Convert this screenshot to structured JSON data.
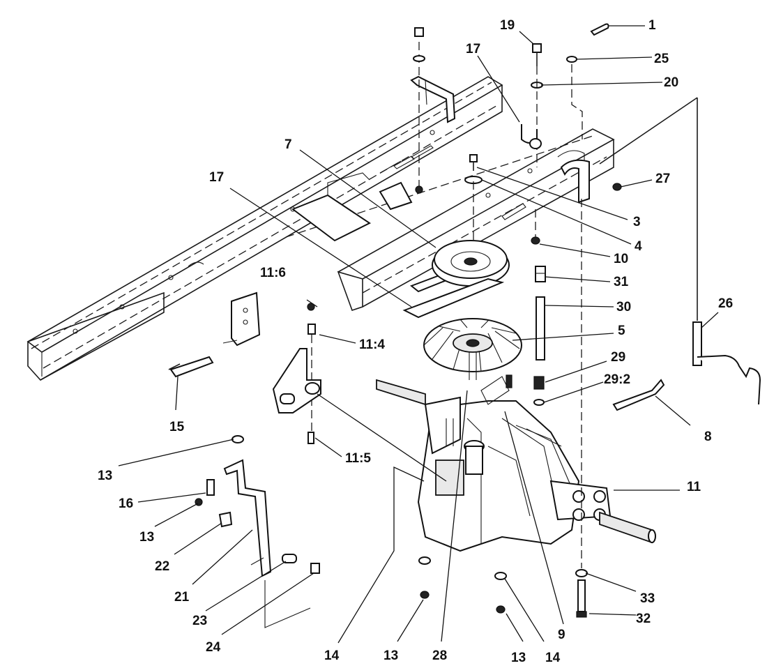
{
  "diagram": {
    "callouts": [
      {
        "id": "c1",
        "label": "1"
      },
      {
        "id": "c25",
        "label": "25"
      },
      {
        "id": "c20",
        "label": "20"
      },
      {
        "id": "c19",
        "label": "19"
      },
      {
        "id": "c17a",
        "label": "17"
      },
      {
        "id": "c17b",
        "label": "17"
      },
      {
        "id": "c7",
        "label": "7"
      },
      {
        "id": "c27",
        "label": "27"
      },
      {
        "id": "c3",
        "label": "3"
      },
      {
        "id": "c4",
        "label": "4"
      },
      {
        "id": "c10",
        "label": "10"
      },
      {
        "id": "c31",
        "label": "31"
      },
      {
        "id": "c30",
        "label": "30"
      },
      {
        "id": "c26",
        "label": "26"
      },
      {
        "id": "c5",
        "label": "5"
      },
      {
        "id": "c29",
        "label": "29"
      },
      {
        "id": "c292",
        "label": "29:2"
      },
      {
        "id": "c8",
        "label": "8"
      },
      {
        "id": "c116",
        "label": "11:6"
      },
      {
        "id": "c114",
        "label": "11:4"
      },
      {
        "id": "c115",
        "label": "11:5"
      },
      {
        "id": "c15",
        "label": "15"
      },
      {
        "id": "c11",
        "label": "11"
      },
      {
        "id": "c13a",
        "label": "13"
      },
      {
        "id": "c16",
        "label": "16"
      },
      {
        "id": "c13b",
        "label": "13"
      },
      {
        "id": "c22",
        "label": "22"
      },
      {
        "id": "c21",
        "label": "21"
      },
      {
        "id": "c23",
        "label": "23"
      },
      {
        "id": "c24",
        "label": "24"
      },
      {
        "id": "c14a",
        "label": "14"
      },
      {
        "id": "c13c",
        "label": "13"
      },
      {
        "id": "c28",
        "label": "28"
      },
      {
        "id": "c13d",
        "label": "13"
      },
      {
        "id": "c14b",
        "label": "14"
      },
      {
        "id": "c9",
        "label": "9"
      },
      {
        "id": "c33",
        "label": "33"
      },
      {
        "id": "c32",
        "label": "32"
      }
    ]
  }
}
